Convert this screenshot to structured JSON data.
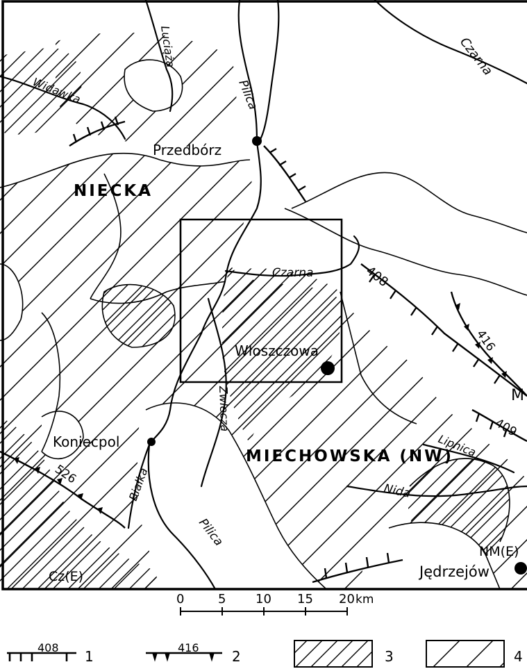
{
  "map": {
    "region_labels": {
      "niecka": "NIECKA",
      "miechowska": "MIECHOWSKA (NW)"
    },
    "towns": [
      {
        "id": "przedborz",
        "name": "Przedbórz"
      },
      {
        "id": "wloszczowa",
        "name": "Włoszczowa"
      },
      {
        "id": "koniecpol",
        "name": "Koniecpol"
      },
      {
        "id": "jedrzejow",
        "name": "Jędrzejów"
      }
    ],
    "rivers": [
      {
        "id": "czarna-ne",
        "name": "Czarna"
      },
      {
        "id": "luciaza",
        "name": "Luciąża"
      },
      {
        "id": "widawka",
        "name": "Widawka"
      },
      {
        "id": "pilica-n",
        "name": "Pilica"
      },
      {
        "id": "czarna-c",
        "name": "Czarna"
      },
      {
        "id": "zwlecza",
        "name": "Zwlecza"
      },
      {
        "id": "bialka",
        "name": "Białka"
      },
      {
        "id": "pilica-s",
        "name": "Pilica"
      },
      {
        "id": "nida",
        "name": "Nida"
      },
      {
        "id": "lipnica",
        "name": "Lipnica"
      }
    ],
    "scarp_numbers": {
      "s408": "408",
      "s416": "416",
      "s409": "409",
      "s526": "526"
    },
    "region_codes": {
      "cz": "Cz(E)",
      "nm": "NM(E)",
      "m": "M"
    },
    "scale_bar": {
      "ticks": [
        "0",
        "5",
        "10",
        "15",
        "20"
      ],
      "unit": "km"
    }
  },
  "legend": [
    {
      "symbol": "scarp-408",
      "num": "408",
      "label": "1"
    },
    {
      "symbol": "scarp-416",
      "num": "416",
      "label": "2"
    },
    {
      "symbol": "hatch-dense",
      "label": "3"
    },
    {
      "symbol": "hatch-sparse",
      "label": "4"
    }
  ]
}
